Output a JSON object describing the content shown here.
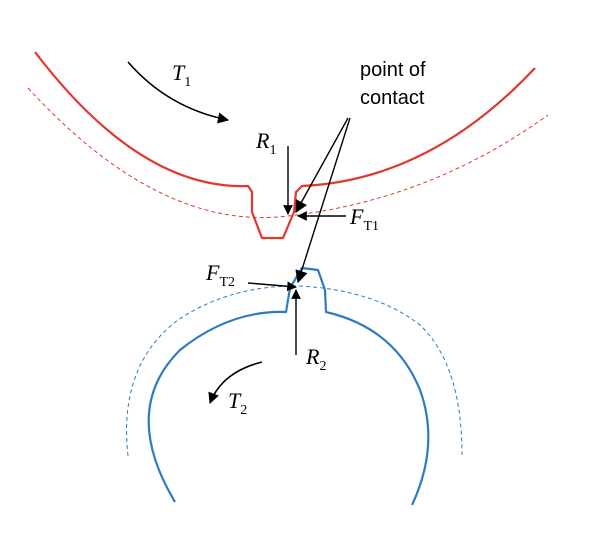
{
  "labels": {
    "point_of_contact_line1": "point of",
    "point_of_contact_line2": "contact",
    "t1": {
      "main": "T",
      "sub": "1"
    },
    "r1": {
      "main": "R",
      "sub": "1"
    },
    "ft1": {
      "main": "F",
      "sub": "T1"
    },
    "ft2": {
      "main": "F",
      "sub": "T2"
    },
    "r2": {
      "main": "R",
      "sub": "2"
    },
    "t2": {
      "main": "T",
      "sub": "2"
    }
  },
  "colors": {
    "upper_gear": "#e0392b",
    "lower_gear": "#2f7bc0",
    "arrows": "#000000"
  }
}
